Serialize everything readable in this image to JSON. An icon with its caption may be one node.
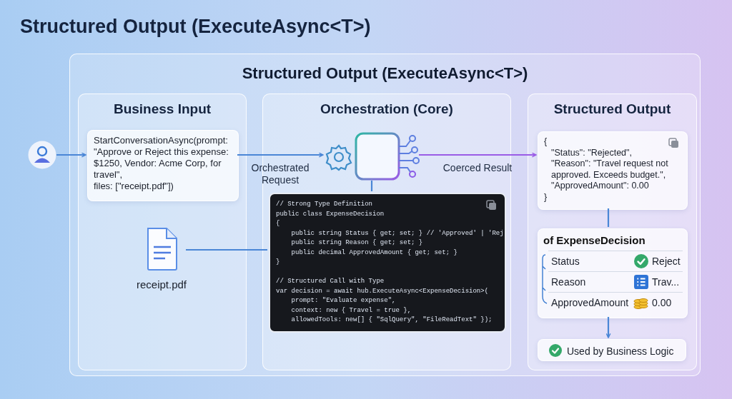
{
  "diagram": {
    "title": "Structured Output (ExecuteAsync<T>)",
    "nodes": [
      {
        "text": [
          "Structured Output (ExecuteAsync<T>)"
        ]
      },
      {
        "text": [],
        "shape": "person"
      },
      {
        "text": [
          "Business Input"
        ],
        "in": 0
      },
      {
        "text": [
          "StartConversationAsync(prompt: \"Approve or Reject this expense: $1250, Vendor: Acme Corp, for travel\",",
          "files: [\"receipt.pdf\"])"
        ],
        "in": 2
      },
      {
        "text": [
          "receipt.pdf"
        ],
        "in": 2
      },
      {
        "text": [
          "Orchestration (Core)"
        ],
        "in": 0
      },
      {
        "text": [],
        "shape": "box",
        "in": 5
      },
      {
        "text": [
          "// Strong Type Definition",
          "public class ExpenseDecision",
          "{",
          "    public string Status { get; set; } // 'Approved' | 'Rej",
          "    public string Reason { get; set; }",
          "    public decimal ApprovedAmount { get; set; }",
          "}",
          "// Structured Call with Type",
          "var decision = await hub.ExecuteAsync<ExpenseDecision>(",
          "    prompt: \"Evaluate expense\",",
          "    context: new { Travel = true },",
          "    allowedTools: new[] { \"SqlQuery\", \"FileReadText\" });"
        ],
        "in": 5
      },
      {
        "text": [
          "Structured Output"
        ],
        "in": 0
      },
      {
        "text": [
          "{",
          "\"Status\": \"Rejected\",",
          "\"Reason\": \"Travel request not approved. Exceeds budget.\",",
          "\"ApprovedAmount\": 0.00",
          "}"
        ],
        "in": 8
      },
      {
        "text": [
          "of ExpenseDecision",
          "Status",
          "Reject",
          "Reason",
          "Trav...",
          "ApprovedAmount",
          "0.00"
        ],
        "in": 8
      },
      {
        "text": [
          "Used by Business Logic"
        ],
        "in": 8
      }
    ],
    "edges": [
      {
        "from": 1,
        "to": 3,
        "arrow": "to"
      },
      {
        "from": 3,
        "to": 6,
        "arrow": "to",
        "label": "Orchestrated Request"
      },
      {
        "from": 6,
        "to": 9,
        "arrow": "to",
        "label": "Coerced Result",
        "color": "#9a5ce6"
      },
      {
        "from": 6,
        "to": 7,
        "arrow": "none"
      },
      {
        "from": 4,
        "to": 7,
        "arrow": "none"
      },
      {
        "from": 9,
        "to": 10,
        "arrow": "none"
      },
      {
        "from": 10,
        "to": 11,
        "arrow": "to"
      }
    ]
  }
}
